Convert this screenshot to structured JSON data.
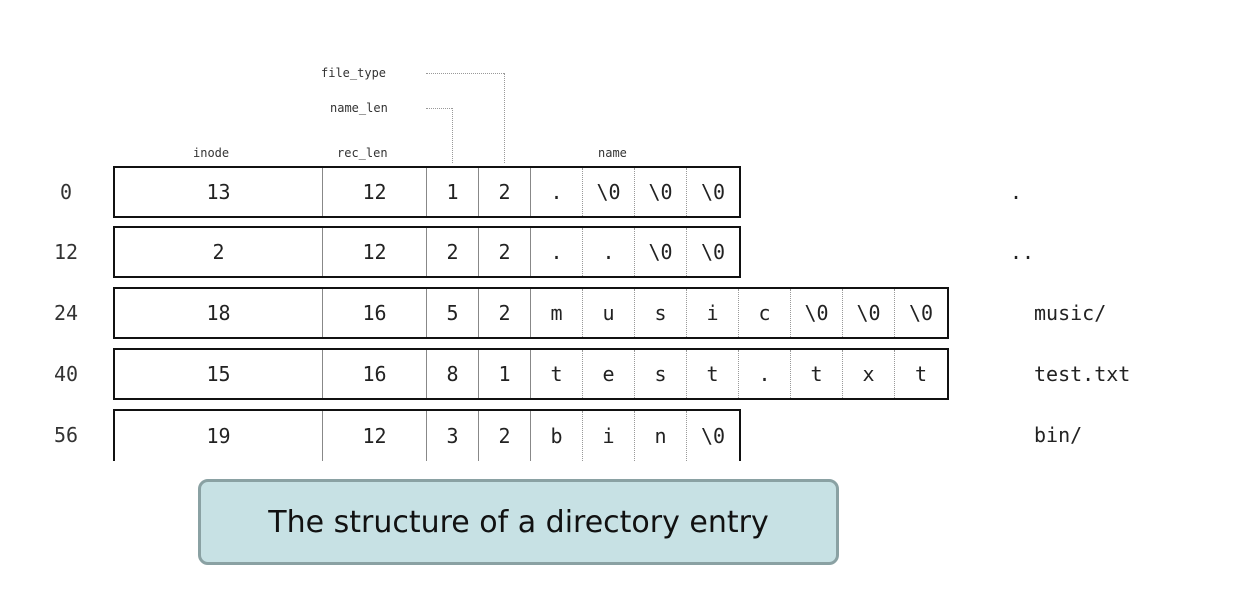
{
  "headers": {
    "file_type": "file_type",
    "name_len": "name_len",
    "inode": "inode",
    "rec_len": "rec_len",
    "name": "name"
  },
  "entries": [
    {
      "offset": "0",
      "inode": "13",
      "rec_len": "12",
      "name_len": "1",
      "file_type": "2",
      "chars": [
        ".",
        "\\0",
        "\\0",
        "\\0"
      ],
      "filename": "."
    },
    {
      "offset": "12",
      "inode": "2",
      "rec_len": "12",
      "name_len": "2",
      "file_type": "2",
      "chars": [
        ".",
        ".",
        "\\0",
        "\\0"
      ],
      "filename": ".."
    },
    {
      "offset": "24",
      "inode": "18",
      "rec_len": "16",
      "name_len": "5",
      "file_type": "2",
      "chars": [
        "m",
        "u",
        "s",
        "i",
        "c",
        "\\0",
        "\\0",
        "\\0"
      ],
      "filename": "music/"
    },
    {
      "offset": "40",
      "inode": "15",
      "rec_len": "16",
      "name_len": "8",
      "file_type": "1",
      "chars": [
        "t",
        "e",
        "s",
        "t",
        ".",
        "t",
        "x",
        "t"
      ],
      "filename": "test.txt"
    },
    {
      "offset": "56",
      "inode": "19",
      "rec_len": "12",
      "name_len": "3",
      "file_type": "2",
      "chars": [
        "b",
        "i",
        "n",
        "\\0"
      ],
      "filename": "bin/"
    }
  ],
  "caption": "The structure of a directory entry"
}
